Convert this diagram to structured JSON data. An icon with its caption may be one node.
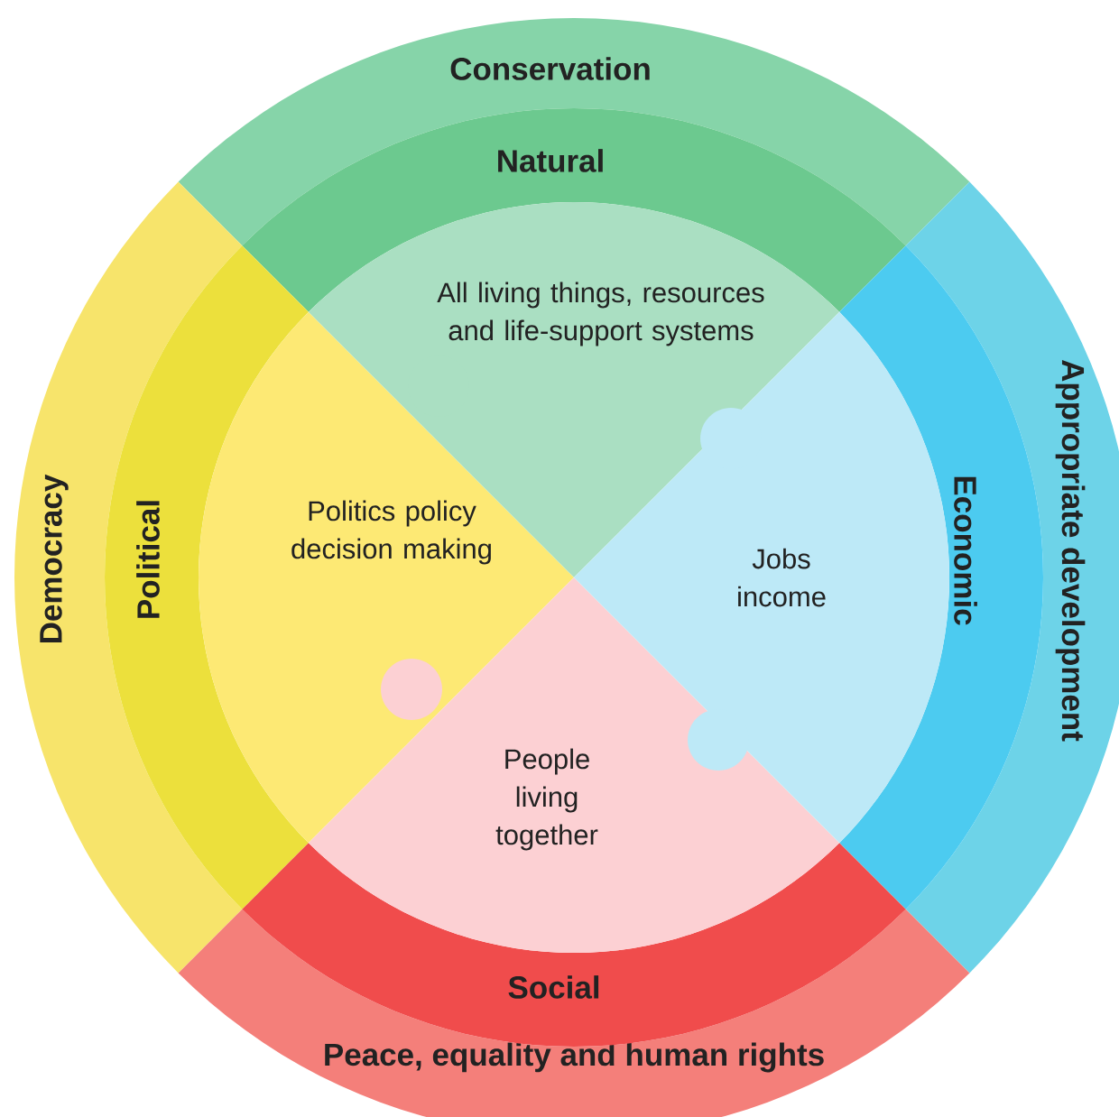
{
  "diagram": {
    "nodes": [
      {
        "text": [
          "Conservation"
        ]
      },
      {
        "text": [
          "Natural"
        ]
      },
      {
        "text": [
          "All living things, resources and life-support systems"
        ]
      },
      {
        "text": [
          "Democracy"
        ]
      },
      {
        "text": [
          "Political"
        ]
      },
      {
        "text": [
          "Politics policy decision making"
        ]
      },
      {
        "text": [
          "Jobs income"
        ]
      },
      {
        "text": [
          "Economic"
        ]
      },
      {
        "text": [
          "Appropriate development"
        ]
      },
      {
        "text": [
          "People living together"
        ]
      },
      {
        "text": [
          "Social"
        ]
      },
      {
        "text": [
          "Peace, equality and human rights"
        ]
      }
    ]
  }
}
